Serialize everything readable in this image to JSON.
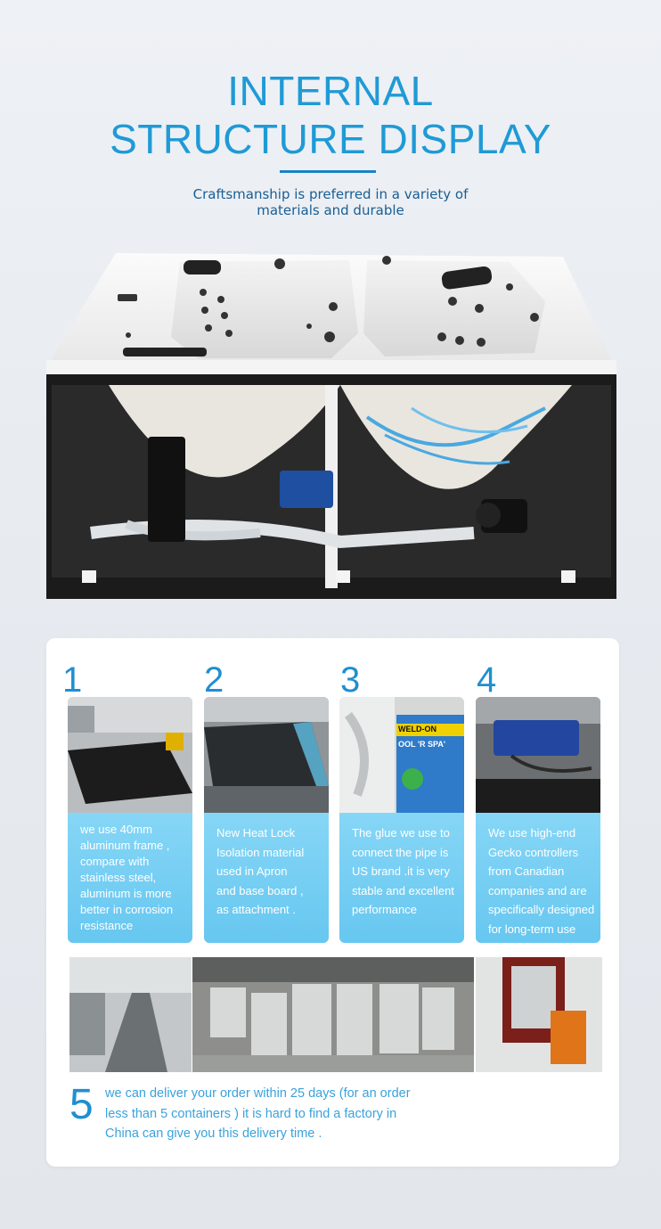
{
  "header": {
    "title_line1": "INTERNAL",
    "title_line2": "STRUCTURE DISPLAY",
    "subtitle_line1": "Craftsmanship is preferred in a variety of",
    "subtitle_line2": "materials and durable"
  },
  "features": [
    {
      "number": "1",
      "text": "we use 40mm\naluminum frame ,\ncompare with\nstainless steel,\naluminum is more\nbetter in corrosion\nresistance",
      "photo": "aluminum-frame-photo"
    },
    {
      "number": "2",
      "text": "New Heat Lock\nIsolation material\nused in Apron\nand base board ,\nas attachment .",
      "photo": "isolation-material-photo"
    },
    {
      "number": "3",
      "text": "The glue we use to\nconnect the pipe is\nUS brand .it is very\nstable and excellent\nperformance",
      "photo": "glue-photo"
    },
    {
      "number": "4",
      "text": "We use high-end\nGecko controllers\nfrom Canadian\ncompanies and are\nspecifically designed\nfor long-term use",
      "photo": "gecko-controller-photo"
    }
  ],
  "glue_can": {
    "brand": "WELD-ON",
    "product": "OOL 'R SPA'"
  },
  "delivery": {
    "number": "5",
    "text": "we can deliver your order within 25 days (for an order\nless than 5 containers ) it is hard to find a factory in\nChina can give you this delivery time ."
  },
  "colors": {
    "title_blue": "#1f9ad6",
    "accent_cyan": "#6fcbf2",
    "card_white": "#ffffff"
  }
}
